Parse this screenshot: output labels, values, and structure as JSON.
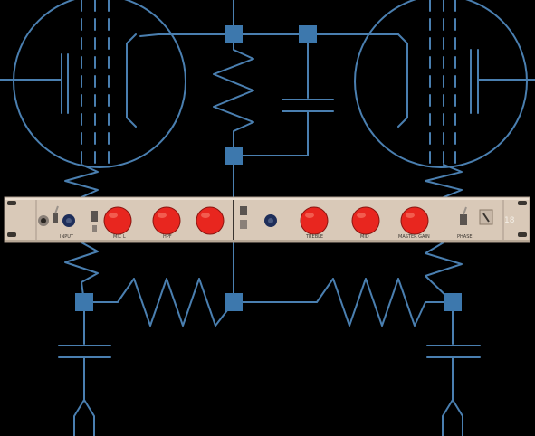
{
  "image": {
    "background": "#000000",
    "line_color": "#4a7fb0",
    "node_color": "#3d78ad",
    "panel_color": "#d9c9b8",
    "knob_color": "#e8261f"
  },
  "panel": {
    "labels": {
      "input": "INPUT",
      "mic_level": "MIC L",
      "hpf": "HPF",
      "treble": "TREBLE",
      "mid": "MID",
      "master_gain": "MASTER GAIN",
      "phase": "PHASE"
    },
    "badge_text": "18",
    "knob_count": 6
  }
}
